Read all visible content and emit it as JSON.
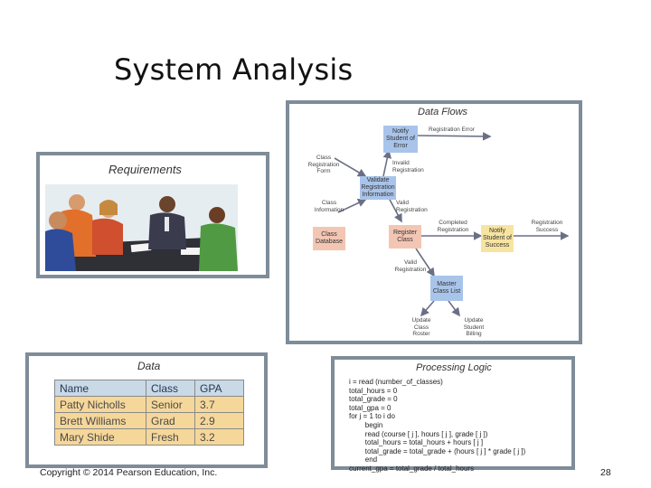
{
  "slide": {
    "title": "System Analysis",
    "copyright": "Copyright © 2014 Pearson Education, Inc.",
    "page_number": "28"
  },
  "requirements": {
    "title": "Requirements"
  },
  "data_flows": {
    "title": "Data Flows",
    "nodes": {
      "notify_error": "Notify Student of Error",
      "validate": "Validate Registration Information",
      "class_database": "Class Database",
      "register_class": "Register Class",
      "notify_success": "Notify Student of Success",
      "master_class_list": "Master Class List"
    },
    "labels": {
      "registration_error": "Registration Error",
      "class_registration_form": "Class Registration Form",
      "invalid_registration": "Invalid Registration",
      "class_information": "Class Information",
      "valid_registration_1": "Valid Registration",
      "completed_registration": "Completed Registration",
      "registration_success": "Registration Success",
      "valid_registration_2": "Valid Registration",
      "update_class_roster": "Update Class Roster",
      "update_student_billing": "Update Student Billing"
    },
    "colors": {
      "blue": "#a9c4ea",
      "pink": "#f3c6b4",
      "yellow": "#f7e4a0",
      "arrow": "#6b6f86"
    }
  },
  "data": {
    "title": "Data",
    "headers": [
      "Name",
      "Class",
      "GPA"
    ],
    "rows": [
      [
        "Patty Nicholls",
        "Senior",
        "3.7"
      ],
      [
        "Brett Williams",
        "Grad",
        "2.9"
      ],
      [
        "Mary Shide",
        "Fresh",
        "3.2"
      ]
    ]
  },
  "processing_logic": {
    "title": "Processing Logic",
    "lines": [
      "i = read (number_of_classes)",
      "total_hours = 0",
      "total_grade = 0",
      "total_gpa = 0",
      "for j = 1 to i do",
      "        begin",
      "        read (course [ j ], hours [ j ], grade [ j ])",
      "        total_hours = total_hours + hours [ j ]",
      "        total_grade = total_grade + (hours [ j ] * grade [ j ])",
      "        end",
      "current_gpa = total_grade / total_hours"
    ]
  }
}
